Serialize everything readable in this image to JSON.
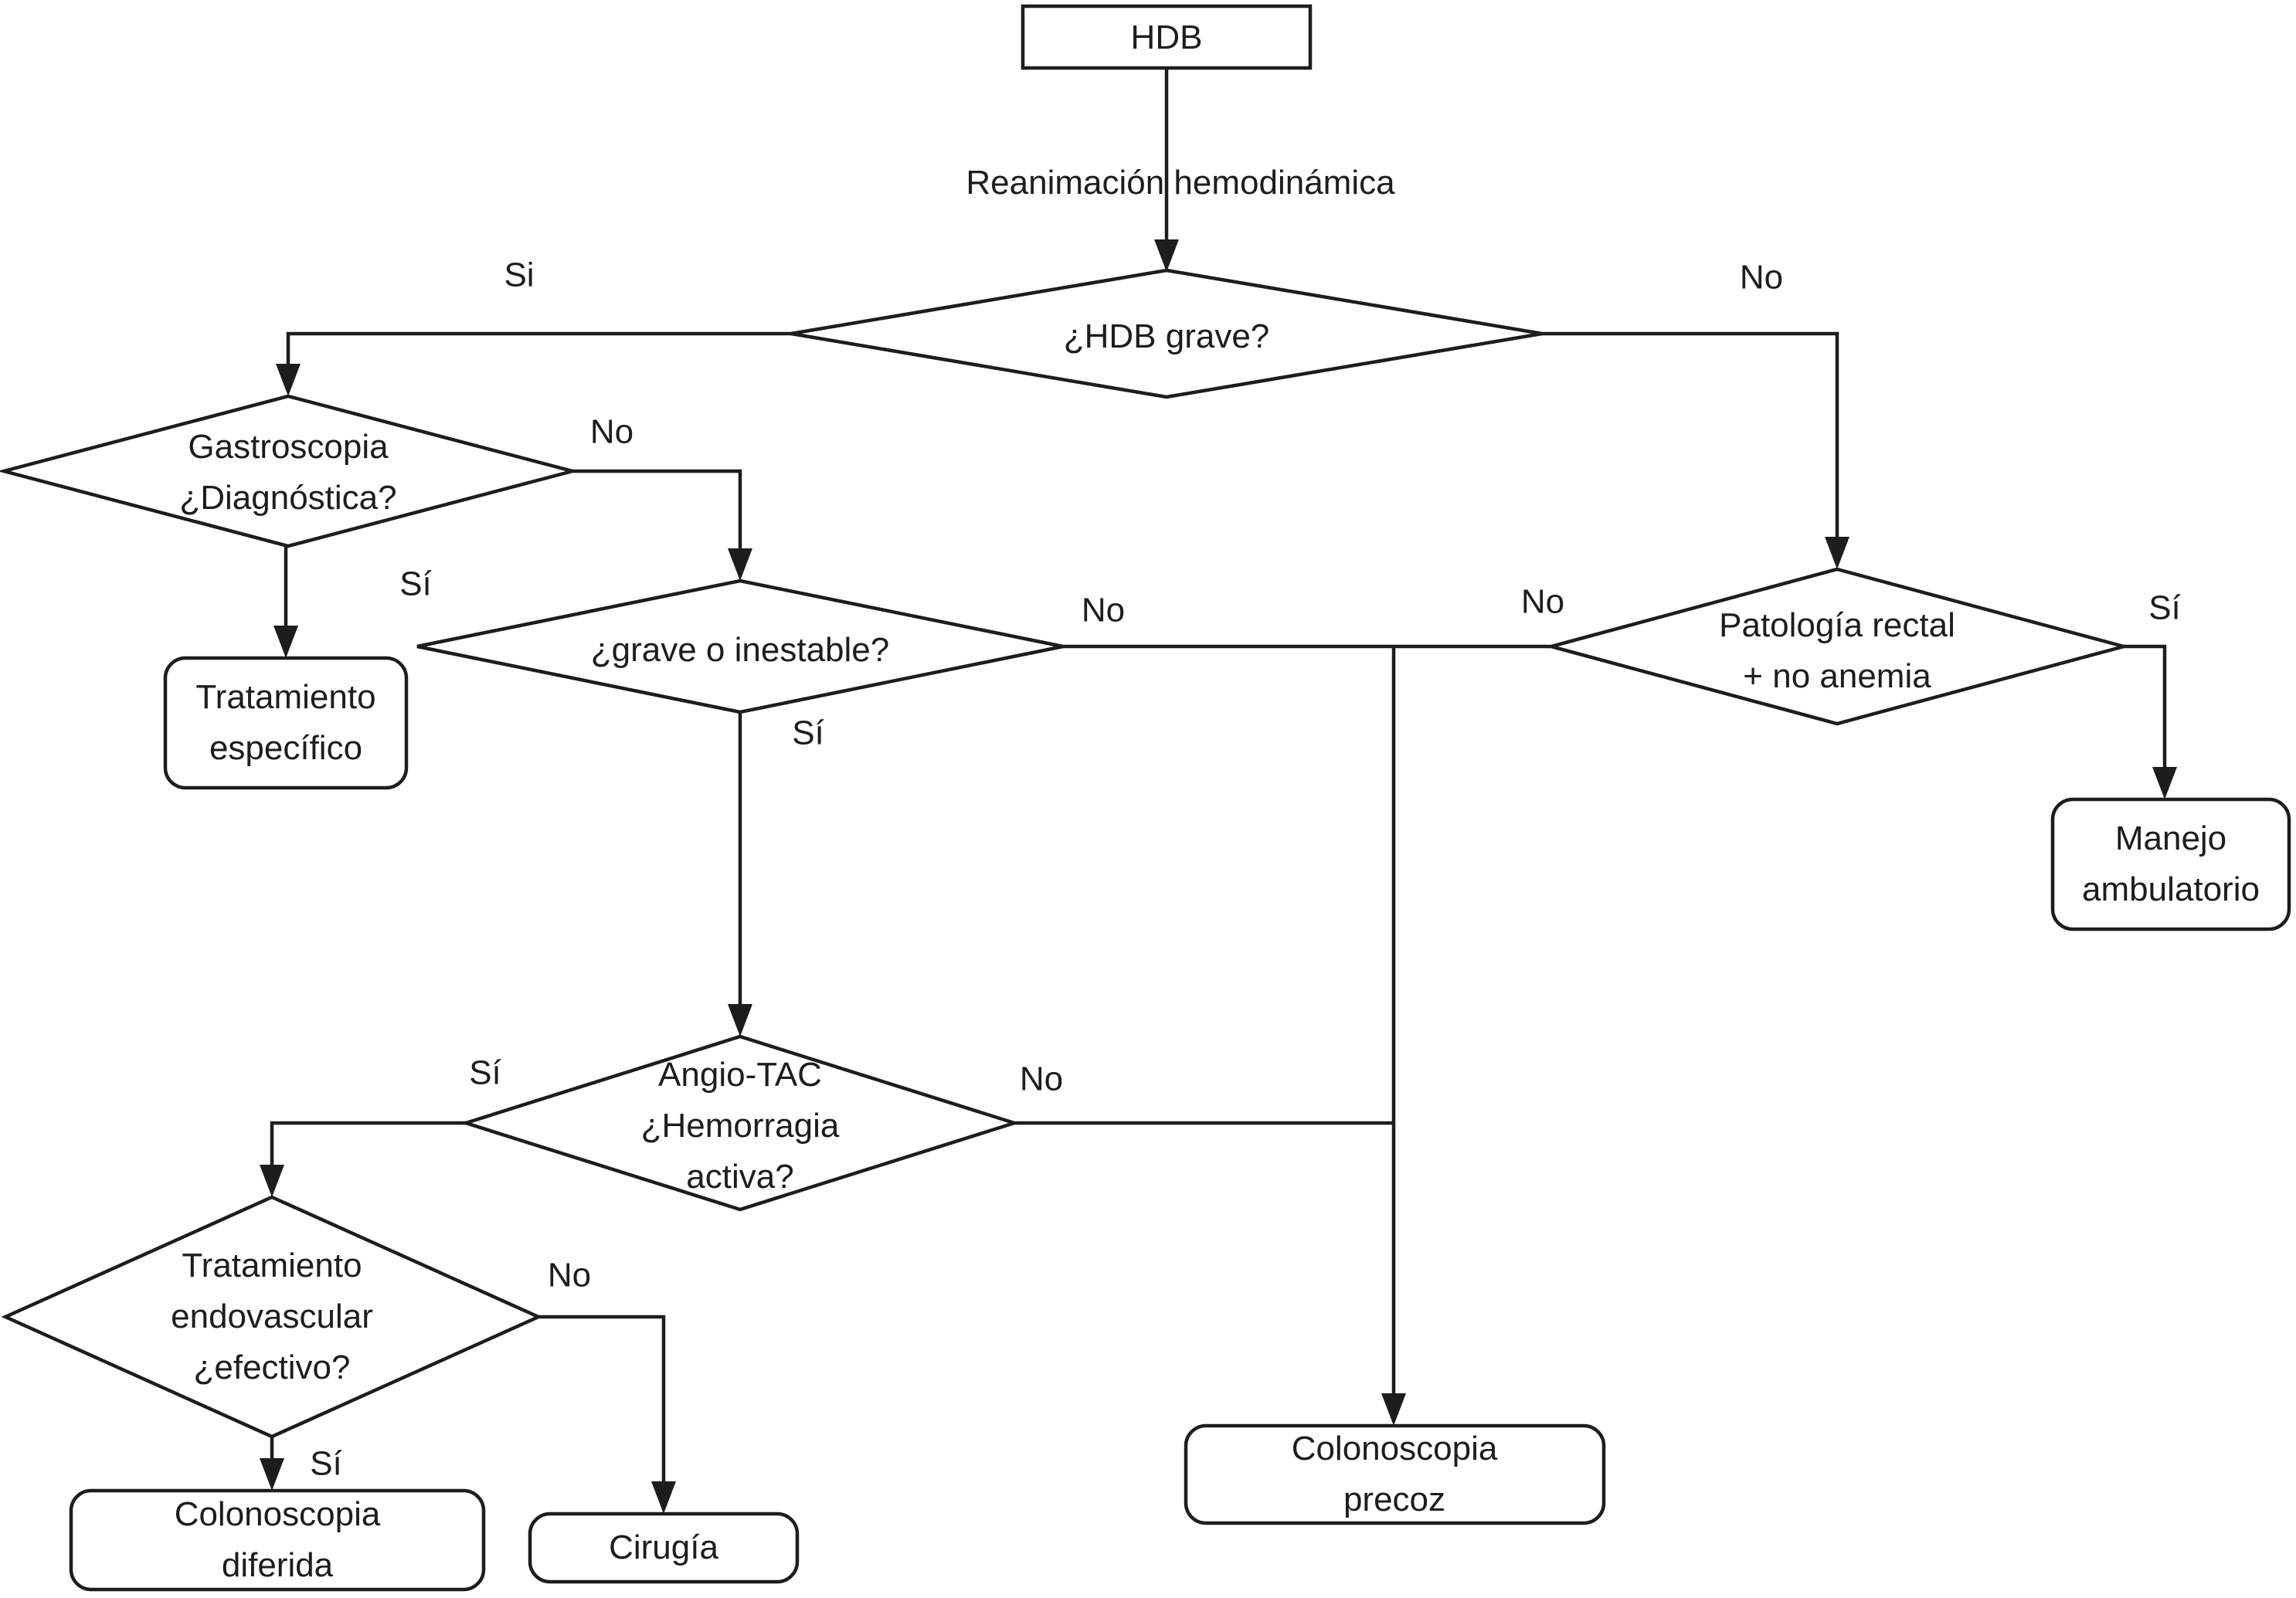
{
  "diagram": {
    "type": "flowchart",
    "language": "es",
    "background_color": "#ffffff",
    "line_color": "#1d1d1b",
    "nodes": {
      "hdb": "HDB",
      "reanimacion": "Reanimación hemodinámica",
      "hdb_grave": "¿HDB grave?",
      "gastroscopia": "Gastroscopia\n¿Diagnóstica?",
      "grave_inestable": "¿grave o inestable?",
      "patologia_rectal": "Patología rectal\n+ no anemia",
      "angio_tac": "Angio-TAC\n¿Hemorragia\nactiva?",
      "tratamiento_endovascular": "Tratamiento\nendovascular\n¿efectivo?",
      "tratamiento_especifico": "Tratamiento\nespecífico",
      "manejo_ambulatorio": "Manejo\nambulatorio",
      "colonoscopia_precoz": "Colonoscopia\nprecoz",
      "colonoscopia_diferida": "Colonoscopia\ndiferida",
      "cirugia": "Cirugía"
    },
    "edge_labels": {
      "hdb_grave_si": "Si",
      "hdb_grave_no": "No",
      "gastroscopia_no": "No",
      "gastroscopia_si": "Sí",
      "grave_inestable_no": "No",
      "grave_inestable_si": "Sí",
      "patologia_rectal_no": "No",
      "patologia_rectal_si": "Sí",
      "angio_tac_si": "Sí",
      "angio_tac_no": "No",
      "endovascular_no": "No",
      "endovascular_si": "Sí"
    }
  }
}
